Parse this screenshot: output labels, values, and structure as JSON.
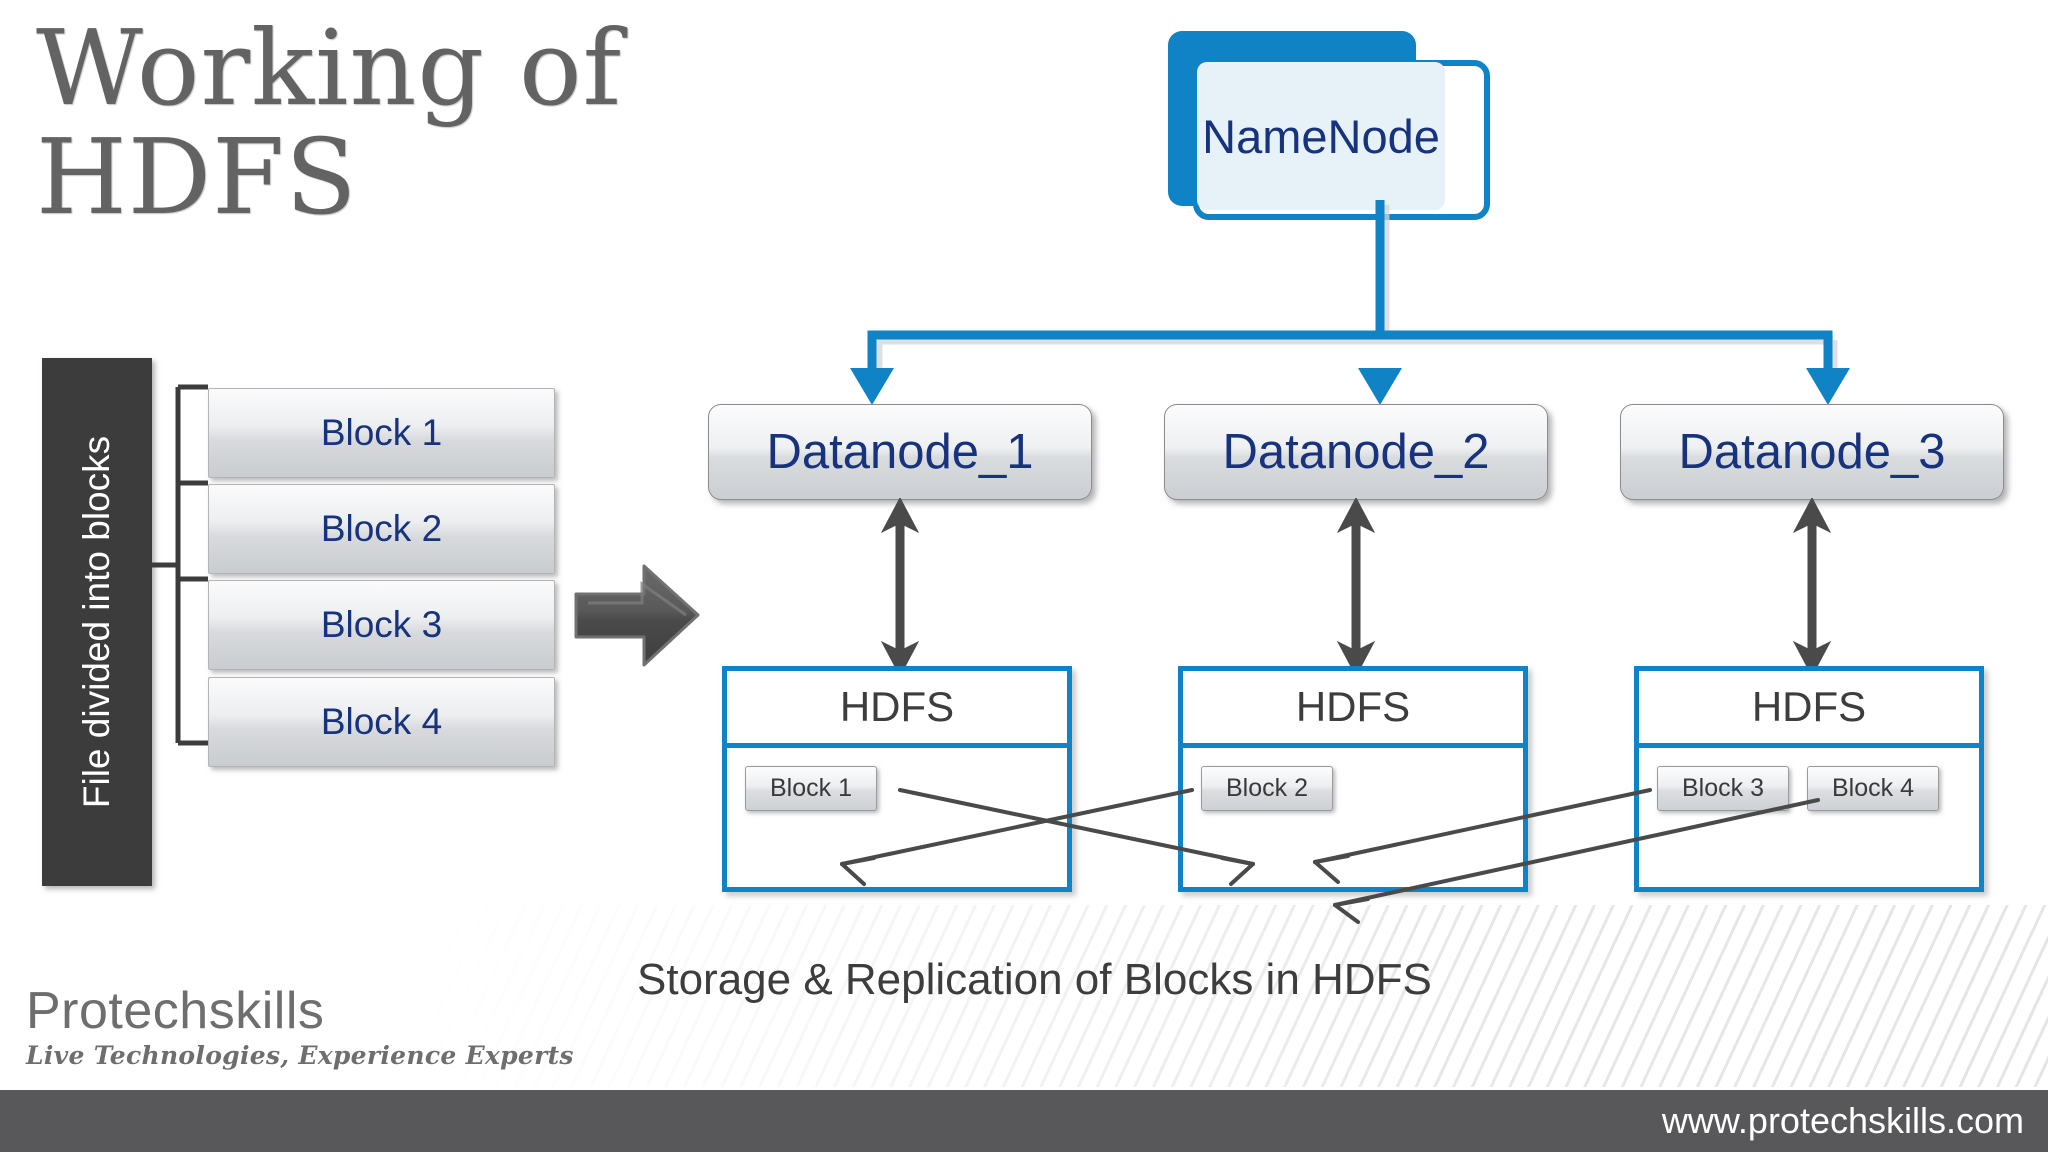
{
  "title": {
    "line1": "Working of",
    "line2": "HDFS"
  },
  "left_panel": {
    "vertical_label": "File divided into blocks",
    "blocks": [
      {
        "label": "Block 1"
      },
      {
        "label": "Block 2"
      },
      {
        "label": "Block 3"
      },
      {
        "label": "Block 4"
      }
    ],
    "flow_arrow_icon": "right-arrow-icon"
  },
  "cluster": {
    "namenode": {
      "label": "NameNode"
    },
    "datanodes": [
      {
        "label": "Datanode_1"
      },
      {
        "label": "Datanode_2"
      },
      {
        "label": "Datanode_3"
      }
    ],
    "storage": [
      {
        "title": "HDFS",
        "blocks": [
          "Block 1"
        ]
      },
      {
        "title": "HDFS",
        "blocks": [
          "Block 2"
        ]
      },
      {
        "title": "HDFS",
        "blocks": [
          "Block 3",
          "Block 4"
        ]
      }
    ]
  },
  "caption": "Storage & Replication of Blocks in HDFS",
  "logo": {
    "name": "Protechskills",
    "tagline": "Live Technologies, Experience Experts"
  },
  "footer": {
    "url": "www.protechskills.com"
  },
  "colors": {
    "accent_blue": "#1083c6",
    "navy_text": "#17337e",
    "dark_bar": "#3c3c3c",
    "footer_bar": "#58585a",
    "title_gray": "#636363",
    "arrow_gray": "#4a4a4a",
    "namenode_inner": "#e7f1f8"
  }
}
